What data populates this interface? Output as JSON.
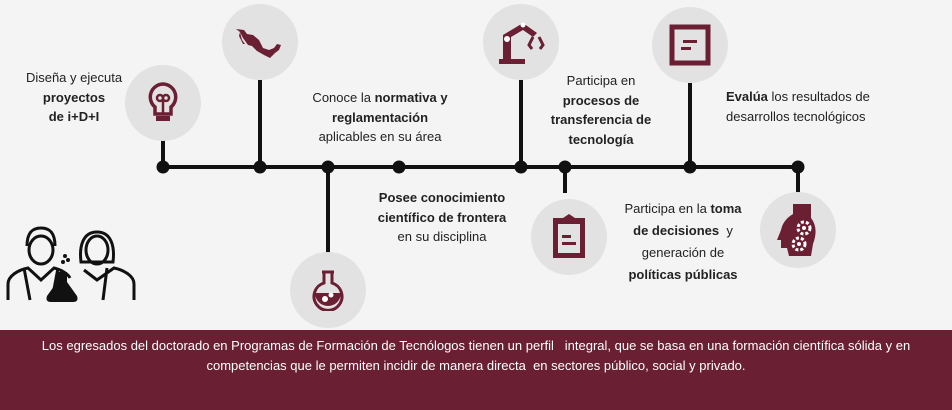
{
  "colors": {
    "accent": "#6a1f33",
    "line": "#111111",
    "circle": "#e2e2e2"
  },
  "items": [
    {
      "icon": "lightbulb-icon",
      "pre": "Diseña y ejecuta",
      "bold": "proyectos",
      "line2": "de i+D+I"
    },
    {
      "icon": "mexico-map-icon",
      "pre": "Conoce la ",
      "bold": "normativa y",
      "bold2": "reglamentación",
      "post": "aplicables en su área"
    },
    {
      "icon": "flask-icon",
      "bold": "Posee conocimiento",
      "bold2": "científico de frontera",
      "post": "en su disciplina"
    },
    {
      "icon": "robot-arm-icon",
      "pre": "Participa en",
      "bold": "procesos de",
      "bold2": "transferencia de",
      "bold3": "tecnología"
    },
    {
      "icon": "clipboard-icon",
      "pre": "Participa  en la ",
      "bold": "toma",
      "bold2": "de decisiones",
      "post2": "  y",
      "post": "generación de",
      "bold3": "políticas públicas"
    },
    {
      "icon": "document-icon",
      "bold": "Evalúa",
      "post": " los resultados de",
      "line2": "desarrollos tecnológicos"
    },
    {
      "icon": "head-gears-icon"
    }
  ],
  "footer": {
    "text": "Los egresados del doctorado en Programas de Formación de Tecnólogos tienen un perfil   integral, que se basa en una formación científica sólida y en competencias que le permiten incidir de manera directa  en sectores público, social y privado."
  }
}
